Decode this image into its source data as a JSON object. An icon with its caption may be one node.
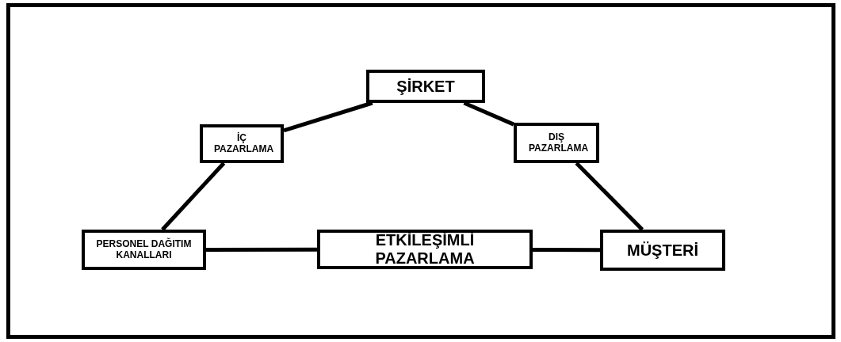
{
  "diagram": {
    "nodes": [
      {
        "text": [
          "ŞİRKET"
        ]
      },
      {
        "text": [
          "İÇ PAZARLAMA"
        ]
      },
      {
        "text": [
          "DIŞ PAZARLAMA"
        ]
      },
      {
        "text": [
          "PERSONEL DAĞITIM KANALLARI"
        ]
      },
      {
        "text": [
          "ETKİLEŞİMLİ PAZARLAMA"
        ]
      },
      {
        "text": [
          "MÜŞTERİ"
        ]
      }
    ],
    "edges": [
      {
        "from": 0,
        "to": 1,
        "arrow": "none"
      },
      {
        "from": 0,
        "to": 2,
        "arrow": "none"
      },
      {
        "from": 1,
        "to": 3,
        "arrow": "none"
      },
      {
        "from": 2,
        "to": 5,
        "arrow": "none"
      },
      {
        "from": 3,
        "to": 4,
        "arrow": "none"
      },
      {
        "from": 4,
        "to": 5,
        "arrow": "none"
      }
    ]
  }
}
